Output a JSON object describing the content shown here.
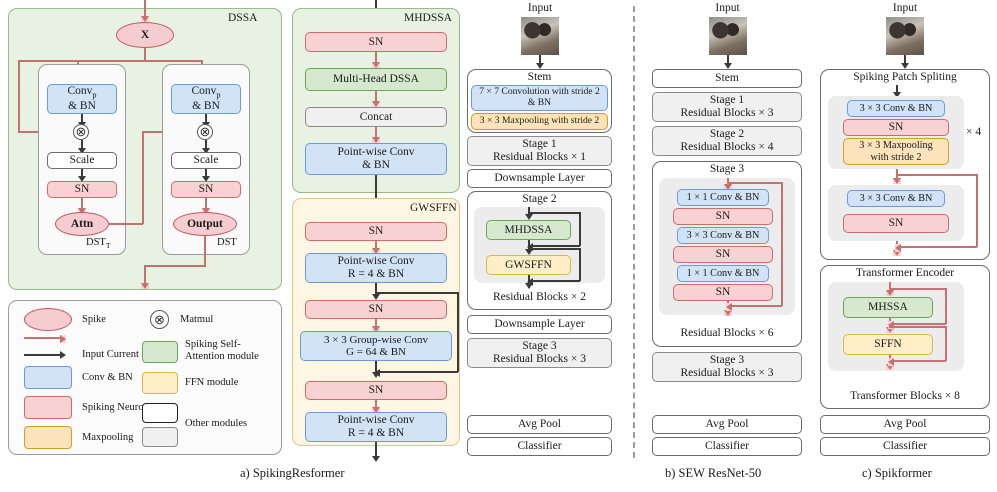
{
  "figure": {
    "captions": [
      {
        "id": "a",
        "text": "a) SpikingResformer"
      },
      {
        "id": "b",
        "text": "b) SEW ResNet-50"
      },
      {
        "id": "c",
        "text": "c) Spikformer"
      }
    ]
  },
  "dssa": {
    "title": "DSSA",
    "input_node": "X",
    "left_branch": {
      "label": "DST",
      "label_sub": "T",
      "conv": "Conv",
      "conv_sub": "p",
      "conv_line2": "& BN",
      "scale": "Scale",
      "sn": "SN",
      "output": "Attn"
    },
    "right_branch": {
      "label": "DST",
      "conv": "Conv",
      "conv_sub": "p",
      "conv_line2": "& BN",
      "scale": "Scale",
      "sn": "SN",
      "output": "Output"
    },
    "matmul_glyph": "⊗"
  },
  "legend": {
    "items": [
      {
        "name": "spike",
        "label": "Spike",
        "shape": "ellipse",
        "color": "#f5ccd0"
      },
      {
        "name": "spike-arrow",
        "label": "",
        "shape": "arrow-red",
        "color": "#c4726f"
      },
      {
        "name": "input-current",
        "label": "Input Current",
        "shape": "arrow-black",
        "color": "#3a3a3a"
      },
      {
        "name": "conv-bn",
        "label": "Conv & BN",
        "shape": "rect",
        "color": "#d3e3f6"
      },
      {
        "name": "spiking-neuron",
        "label": "Spiking Neuron",
        "shape": "rect",
        "color": "#f8d2d2"
      },
      {
        "name": "maxpooling",
        "label": "Maxpooling",
        "shape": "rect",
        "color": "#fde3bb"
      },
      {
        "name": "matmul",
        "label": "Matmul",
        "shape": "circle-cross",
        "color": "#ffffff"
      },
      {
        "name": "ssa-module",
        "label": "Spiking Self-\nAttention module",
        "shape": "rect",
        "color": "#d6e9cf"
      },
      {
        "name": "ffn-module",
        "label": "FFN module",
        "shape": "rect",
        "color": "#fdeec8"
      },
      {
        "name": "other-modules",
        "label": "Other modules",
        "shape": "rect-pair",
        "color": "#ffffff"
      }
    ],
    "ssa_line1": "Spiking Self-",
    "ssa_line2": "Attention module",
    "other_label": "Other modules"
  },
  "mhdssa": {
    "title": "MHDSSA",
    "blocks": [
      {
        "label": "SN",
        "style": "red"
      },
      {
        "label": "Multi-Head DSSA",
        "style": "green"
      },
      {
        "label": "Concat",
        "style": "grey"
      },
      {
        "label": "Point-wise Conv",
        "label2": "& BN",
        "style": "blue"
      }
    ]
  },
  "gwsffn": {
    "title": "GWSFFN",
    "blocks": [
      {
        "label": "SN",
        "style": "red"
      },
      {
        "label": "Point-wise Conv",
        "label2": "R = 4 & BN",
        "style": "blue"
      },
      {
        "label": "SN",
        "style": "red"
      },
      {
        "label": "3 × 3 Group-wise Conv",
        "label2": "G = 64 & BN",
        "style": "blue"
      },
      {
        "label": "SN",
        "style": "red"
      },
      {
        "label": "Point-wise Conv",
        "label2": "R = 4 & BN",
        "style": "blue"
      }
    ]
  },
  "spikingresformer": {
    "input_label": "Input",
    "stem": {
      "title": "Stem",
      "conv": "7 × 7 Convolution with stride 2",
      "conv2": "& BN",
      "pool": "3 × 3 Maxpooling with stride 2"
    },
    "stage1": {
      "line1": "Stage 1",
      "line2": "Residual Blocks × 1"
    },
    "downsample1": "Downsample Layer",
    "stage2": {
      "title": "Stage 2",
      "inner": [
        {
          "label": "MHDSSA",
          "style": "green"
        },
        {
          "label": "GWSFFN",
          "style": "yellow"
        }
      ],
      "footer": "Residual Blocks × 2"
    },
    "downsample2": "Downsample Layer",
    "stage3": {
      "line1": "Stage 3",
      "line2": "Residual Blocks × 3"
    },
    "avgpool": "Avg Pool",
    "classifier": "Classifier"
  },
  "sewresnet": {
    "input_label": "Input",
    "stem": "Stem",
    "stage1": {
      "line1": "Stage 1",
      "line2": "Residual Blocks × 3"
    },
    "stage2": {
      "line1": "Stage 2",
      "line2": "Residual Blocks × 4"
    },
    "stage3": {
      "title": "Stage 3",
      "inner": [
        {
          "label": "1 × 1 Conv & BN",
          "style": "blue"
        },
        {
          "label": "SN",
          "style": "red"
        },
        {
          "label": "3 × 3 Conv & BN",
          "style": "blue"
        },
        {
          "label": "SN",
          "style": "red"
        },
        {
          "label": "1 × 1 Conv & BN",
          "style": "blue"
        },
        {
          "label": "SN",
          "style": "red"
        }
      ],
      "footer": "Residual Blocks × 6"
    },
    "stage4": {
      "line1": "Stage 3",
      "line2": "Residual Blocks × 3"
    },
    "avgpool": "Avg Pool",
    "classifier": "Classifier"
  },
  "spikformer": {
    "input_label": "Input",
    "patch": {
      "title": "Spiking Patch Spliting",
      "repeat": "× 4",
      "group1": [
        {
          "label": "3 × 3 Conv & BN",
          "style": "blue"
        },
        {
          "label": "SN",
          "style": "red"
        },
        {
          "label": "3 × 3 Maxpooling",
          "label2": "with stride 2",
          "style": "orange"
        }
      ],
      "group2": [
        {
          "label": "3 × 3 Conv & BN",
          "style": "blue"
        },
        {
          "label": "SN",
          "style": "red"
        }
      ]
    },
    "encoder": {
      "title": "Transformer Encoder",
      "inner": [
        {
          "label": "MHSSA",
          "style": "green"
        },
        {
          "label": "SFFN",
          "style": "yellow"
        }
      ],
      "footer": "Transformer Blocks × 8"
    },
    "avgpool": "Avg Pool",
    "classifier": "Classifier"
  }
}
